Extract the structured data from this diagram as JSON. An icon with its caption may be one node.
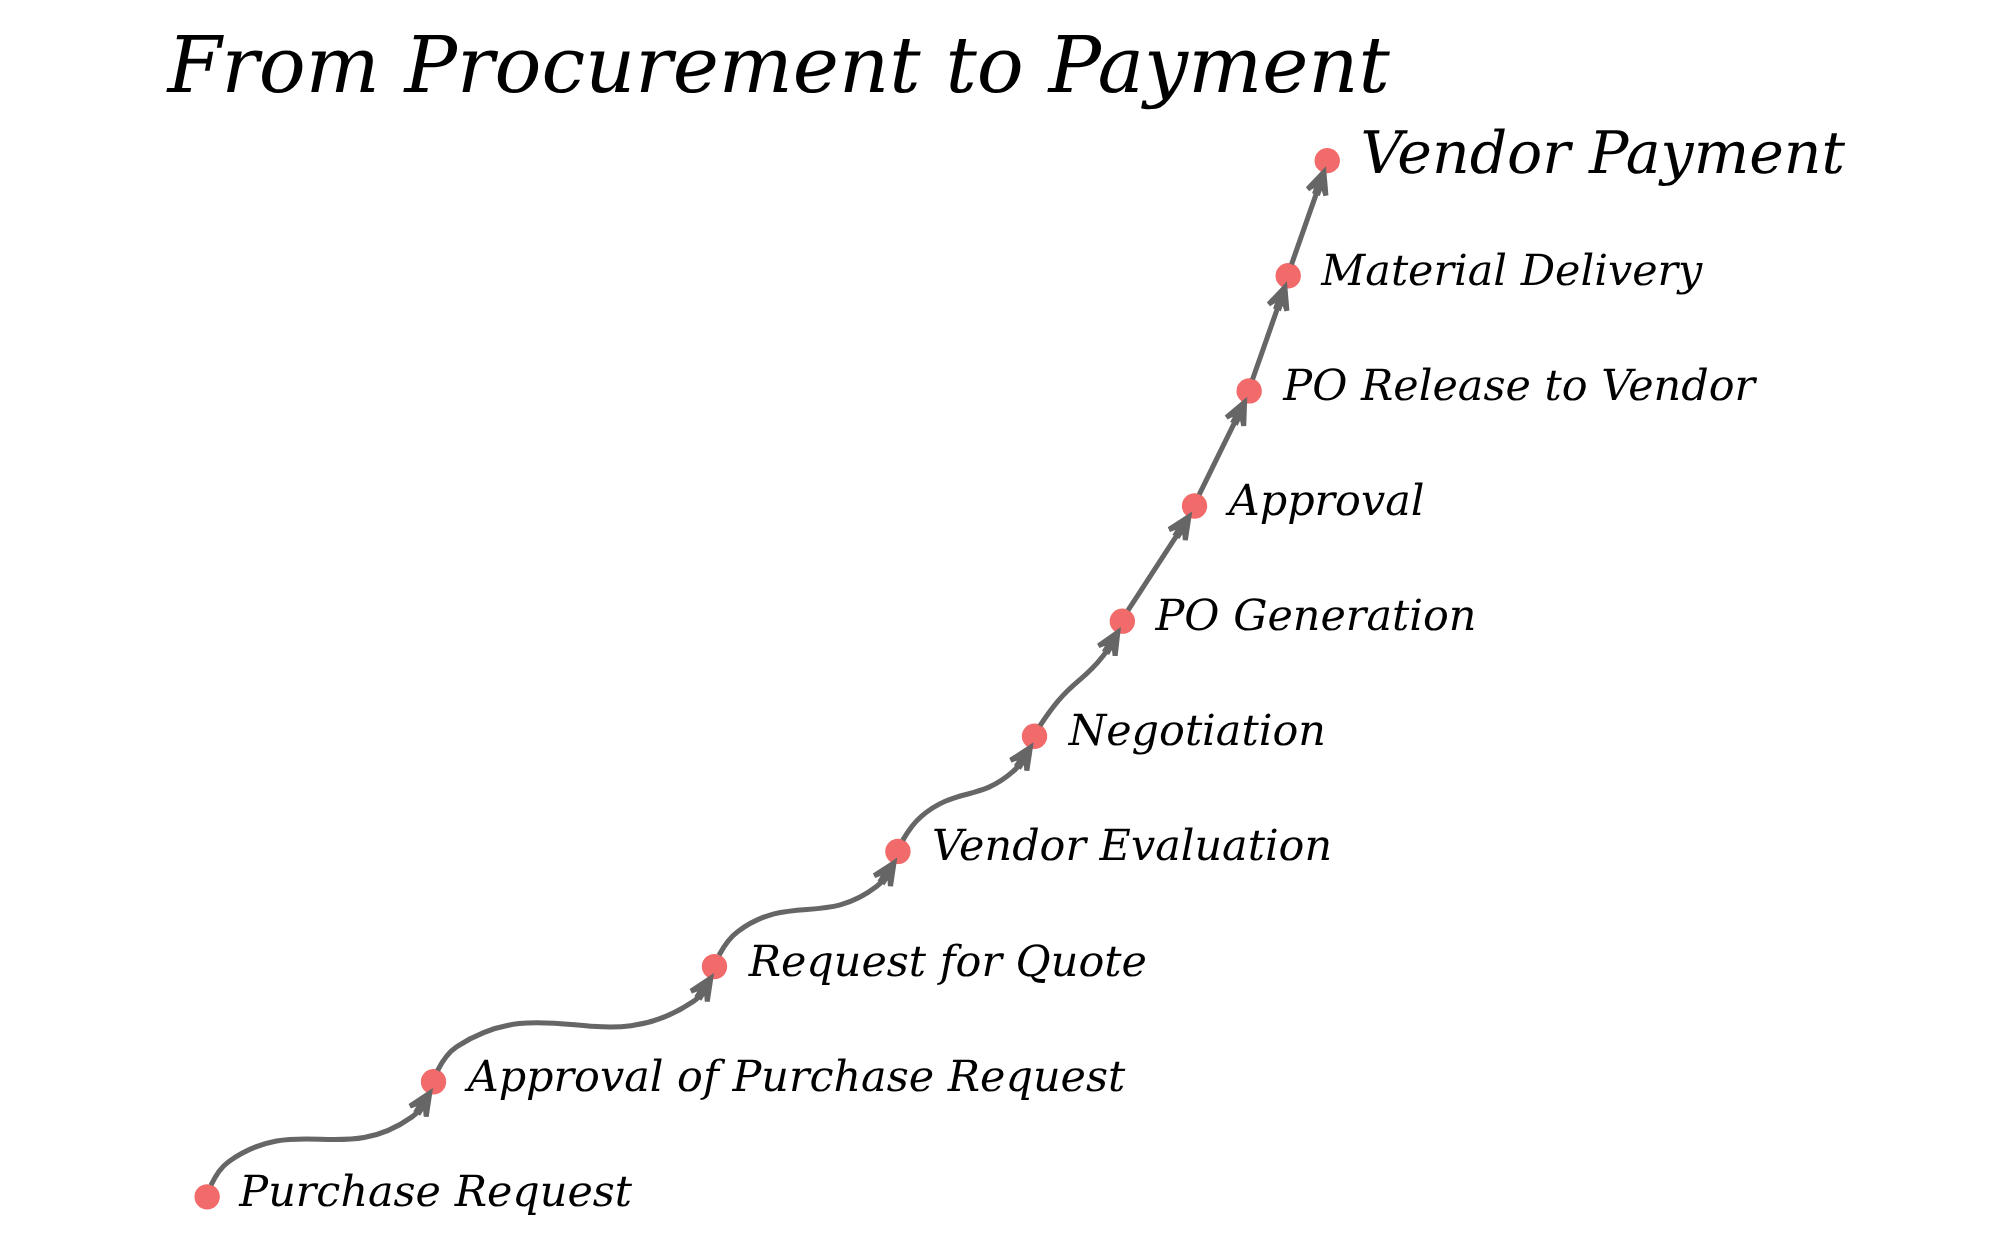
{
  "diagram": {
    "title": "From Procurement to Payment",
    "nodes": [
      {
        "text": [],
        "shape": "circle",
        "beside": [
          "Purchase Request"
        ]
      },
      {
        "text": [],
        "shape": "circle",
        "beside": [
          "Approval of Purchase Request"
        ]
      },
      {
        "text": [],
        "shape": "circle",
        "beside": [
          "Request for Quote"
        ]
      },
      {
        "text": [],
        "shape": "circle",
        "beside": [
          "Vendor Evaluation"
        ]
      },
      {
        "text": [],
        "shape": "circle",
        "beside": [
          "Negotiation"
        ]
      },
      {
        "text": [],
        "shape": "circle",
        "beside": [
          "PO Generation"
        ]
      },
      {
        "text": [],
        "shape": "circle",
        "beside": [
          "Approval"
        ]
      },
      {
        "text": [],
        "shape": "circle",
        "beside": [
          "PO Release to Vendor"
        ]
      },
      {
        "text": [],
        "shape": "circle",
        "beside": [
          "Material Delivery"
        ]
      },
      {
        "text": [],
        "shape": "circle",
        "beside": [
          "Vendor Payment"
        ]
      }
    ],
    "edges": [
      {
        "from": 0,
        "to": 1,
        "arrow": "to"
      },
      {
        "from": 1,
        "to": 2,
        "arrow": "to"
      },
      {
        "from": 2,
        "to": 3,
        "arrow": "to"
      },
      {
        "from": 3,
        "to": 4,
        "arrow": "to"
      },
      {
        "from": 4,
        "to": 5,
        "arrow": "to"
      },
      {
        "from": 5,
        "to": 6,
        "arrow": "to"
      },
      {
        "from": 6,
        "to": 7,
        "arrow": "to"
      },
      {
        "from": 7,
        "to": 8,
        "arrow": "to"
      },
      {
        "from": 8,
        "to": 9,
        "arrow": "to"
      }
    ]
  }
}
